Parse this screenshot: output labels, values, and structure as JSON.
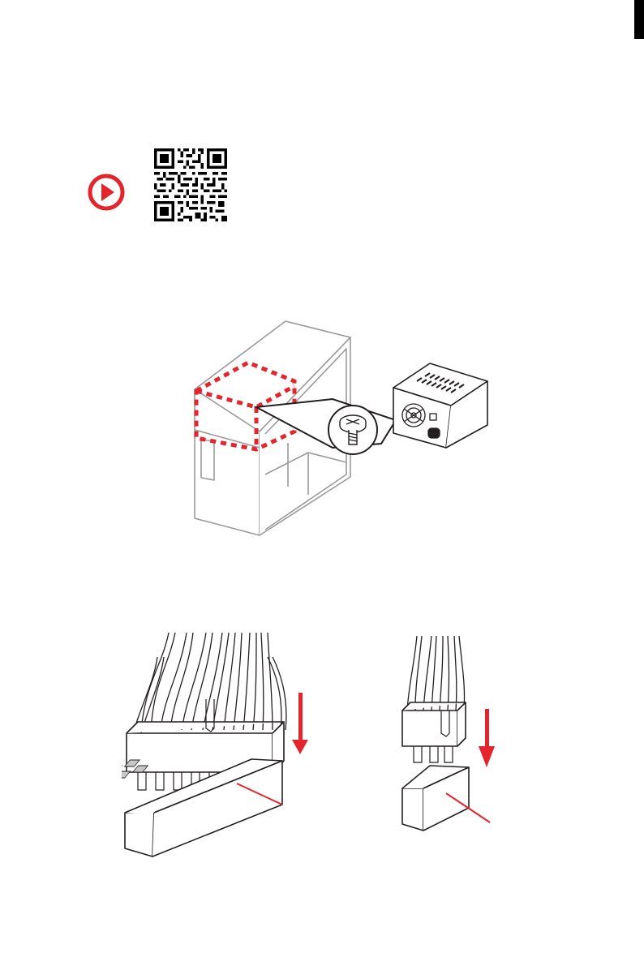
{
  "page": {
    "accent_color": "#e4262c",
    "line_color": "#231f20",
    "case_color": "#9a9a9a"
  },
  "video_link": {
    "icon": "play-video-icon",
    "qr": "qr-code"
  },
  "figures": [
    {
      "name": "psu-installation",
      "icon": "psu-screw-illustration"
    },
    {
      "name": "atx-24pin-connector",
      "icon": "arrow-down-icon"
    },
    {
      "name": "cpu-8pin-connector",
      "icon": "arrow-down-icon"
    }
  ]
}
